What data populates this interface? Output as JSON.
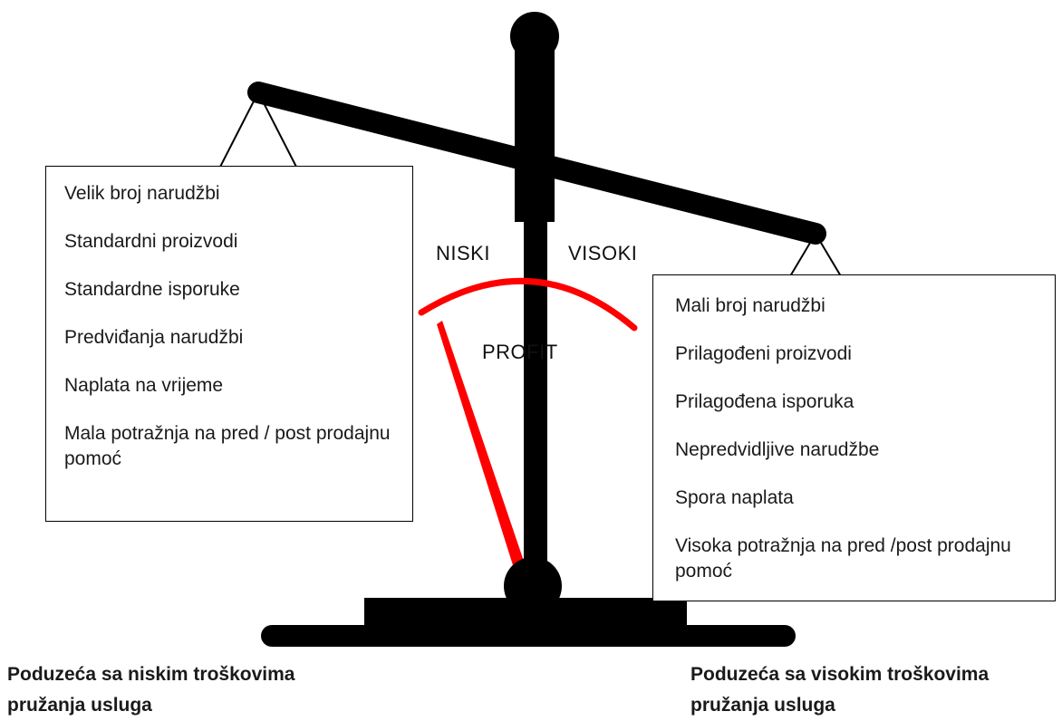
{
  "left_panel": {
    "items": [
      "Velik broj narudžbi",
      "Standardni proizvodi",
      "Standardne isporuke",
      "Predviđanja narudžbi",
      "Naplata na vrijeme",
      "Mala potražnja na pred / post prodajnu pomoć"
    ],
    "caption": "Poduzeća sa niskim troškovima pružanja usluga"
  },
  "right_panel": {
    "items": [
      "Mali broj narudžbi",
      "Prilagođeni proizvodi",
      "Prilagođena isporuka",
      "Nepredvidljive narudžbe",
      "Spora naplata",
      "Visoka potražnja na pred /post prodajnu pomoć"
    ],
    "caption": "Poduzeća sa visokim troškovima pružanja usluga"
  },
  "gauge": {
    "low_label": "NISKI",
    "high_label": "VISOKI",
    "center_label": "PROFIT",
    "arc_color": "#ff0000"
  },
  "colors": {
    "scale": "#000000",
    "background": "#ffffff"
  }
}
